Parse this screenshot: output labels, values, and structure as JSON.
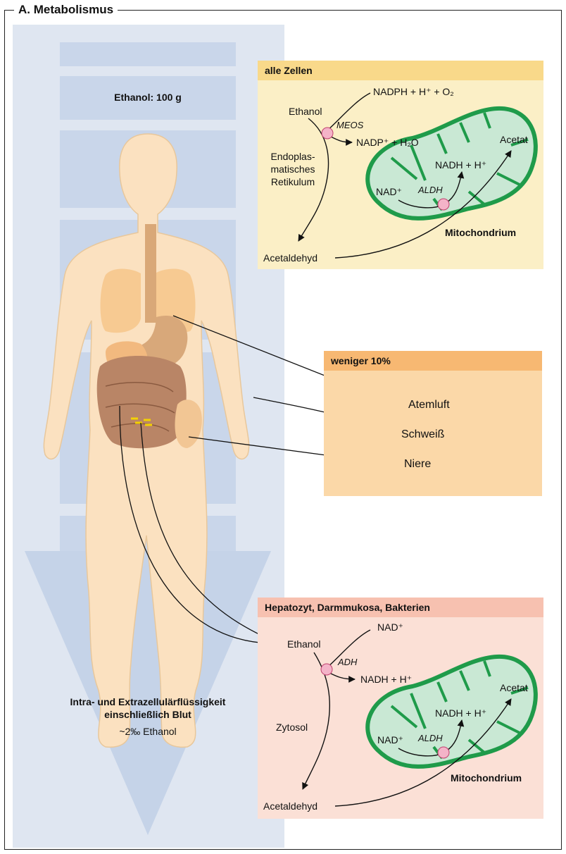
{
  "title": "A. Metabolismus",
  "column": {
    "ethanol_amount": "Ethanol: 100 g",
    "bottom_line1": "Intra- und Extrazellulärflüssigkeit",
    "bottom_line2": "einschließlich Blut",
    "bottom_line3": "~2‰ Ethanol"
  },
  "box_all_cells": {
    "header": "alle Zellen",
    "ethanol": "Ethanol",
    "nadph": "NADPH + H⁺ + O₂",
    "meos": "MEOS",
    "nadp": "NADP⁺ + H₂O",
    "er_line1": "Endoplas-",
    "er_line2": "matisches",
    "er_line3": "Retikulum",
    "nadh": "NADH + H⁺",
    "nad": "NAD⁺",
    "aldh": "ALDH",
    "acetat": "Acetat",
    "mitochondrium": "Mitochondrium",
    "acetaldehyd": "Acetaldehyd"
  },
  "box_less": {
    "header": "weniger 10%",
    "items": [
      "Atemluft",
      "Schweiß",
      "Niere"
    ]
  },
  "box_hepatocyte": {
    "header": "Hepatozyt, Darmmukosa, Bakterien",
    "nad_top": "NAD⁺",
    "ethanol": "Ethanol",
    "adh": "ADH",
    "nadh_top": "NADH + H⁺",
    "zytosol": "Zytosol",
    "nadh": "NADH + H⁺",
    "nad": "NAD⁺",
    "aldh": "ALDH",
    "acetat": "Acetat",
    "mitochondrium": "Mitochondrium",
    "acetaldehyd": "Acetaldehyd"
  },
  "colors": {
    "column": "#dfe6f1",
    "column_band": "#c9d6ea",
    "body_skin": "#fbe1c0",
    "mito_fill": "#c9e8d4",
    "mito_stroke": "#1f9b4a",
    "box_yellow": "#fbefc6",
    "box_yellow_head": "#f9d98a",
    "box_orange": "#fbd8a8",
    "box_orange_head": "#f7b872",
    "box_pink": "#fbe0d6",
    "box_pink_head": "#f7c1b0",
    "enzyme": "#f4b3c8"
  }
}
